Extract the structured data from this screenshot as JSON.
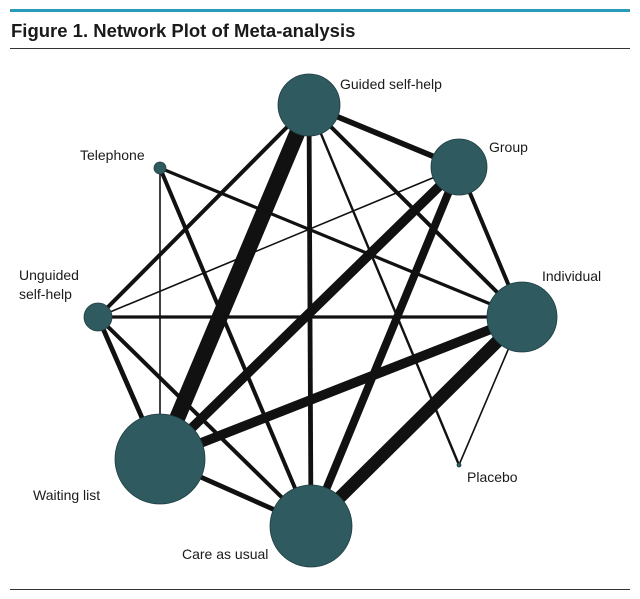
{
  "figure": {
    "title": "Figure 1. Network Plot of Meta-analysis"
  },
  "colors": {
    "node": "#2f5a60",
    "edge": "#111111",
    "accent_rule": "#2a9bb8"
  },
  "nodes": [
    {
      "id": "guided",
      "label_lines": [
        "Guided self-help"
      ]
    },
    {
      "id": "group",
      "label_lines": [
        "Group"
      ]
    },
    {
      "id": "individual",
      "label_lines": [
        "Individual"
      ]
    },
    {
      "id": "placebo",
      "label_lines": [
        "Placebo"
      ]
    },
    {
      "id": "care",
      "label_lines": [
        "Care as usual"
      ]
    },
    {
      "id": "waiting",
      "label_lines": [
        "Waiting list"
      ]
    },
    {
      "id": "unguided",
      "label_lines": [
        "Unguided",
        "self-help"
      ]
    },
    {
      "id": "telephone",
      "label_lines": [
        "Telephone"
      ]
    }
  ],
  "edges": [
    {
      "from": "guided",
      "to": "waiting",
      "weight": 10
    },
    {
      "from": "individual",
      "to": "care",
      "weight": 8
    },
    {
      "from": "group",
      "to": "waiting",
      "weight": 6
    },
    {
      "from": "individual",
      "to": "waiting",
      "weight": 6
    },
    {
      "from": "group",
      "to": "care",
      "weight": 5
    },
    {
      "from": "guided",
      "to": "group",
      "weight": 3.5
    },
    {
      "from": "guided",
      "to": "care",
      "weight": 3
    },
    {
      "from": "waiting",
      "to": "care",
      "weight": 3
    },
    {
      "from": "unguided",
      "to": "waiting",
      "weight": 3
    },
    {
      "from": "guided",
      "to": "individual",
      "weight": 2.5
    },
    {
      "from": "group",
      "to": "individual",
      "weight": 2.5
    },
    {
      "from": "guided",
      "to": "unguided",
      "weight": 2.5
    },
    {
      "from": "unguided",
      "to": "care",
      "weight": 2.5
    },
    {
      "from": "telephone",
      "to": "care",
      "weight": 2.5
    },
    {
      "from": "telephone",
      "to": "individual",
      "weight": 2
    },
    {
      "from": "unguided",
      "to": "individual",
      "weight": 2
    },
    {
      "from": "guided",
      "to": "placebo",
      "weight": 1.5
    },
    {
      "from": "unguided",
      "to": "group",
      "weight": 1
    },
    {
      "from": "telephone",
      "to": "waiting",
      "weight": 1
    },
    {
      "from": "individual",
      "to": "placebo",
      "weight": 1
    }
  ]
}
